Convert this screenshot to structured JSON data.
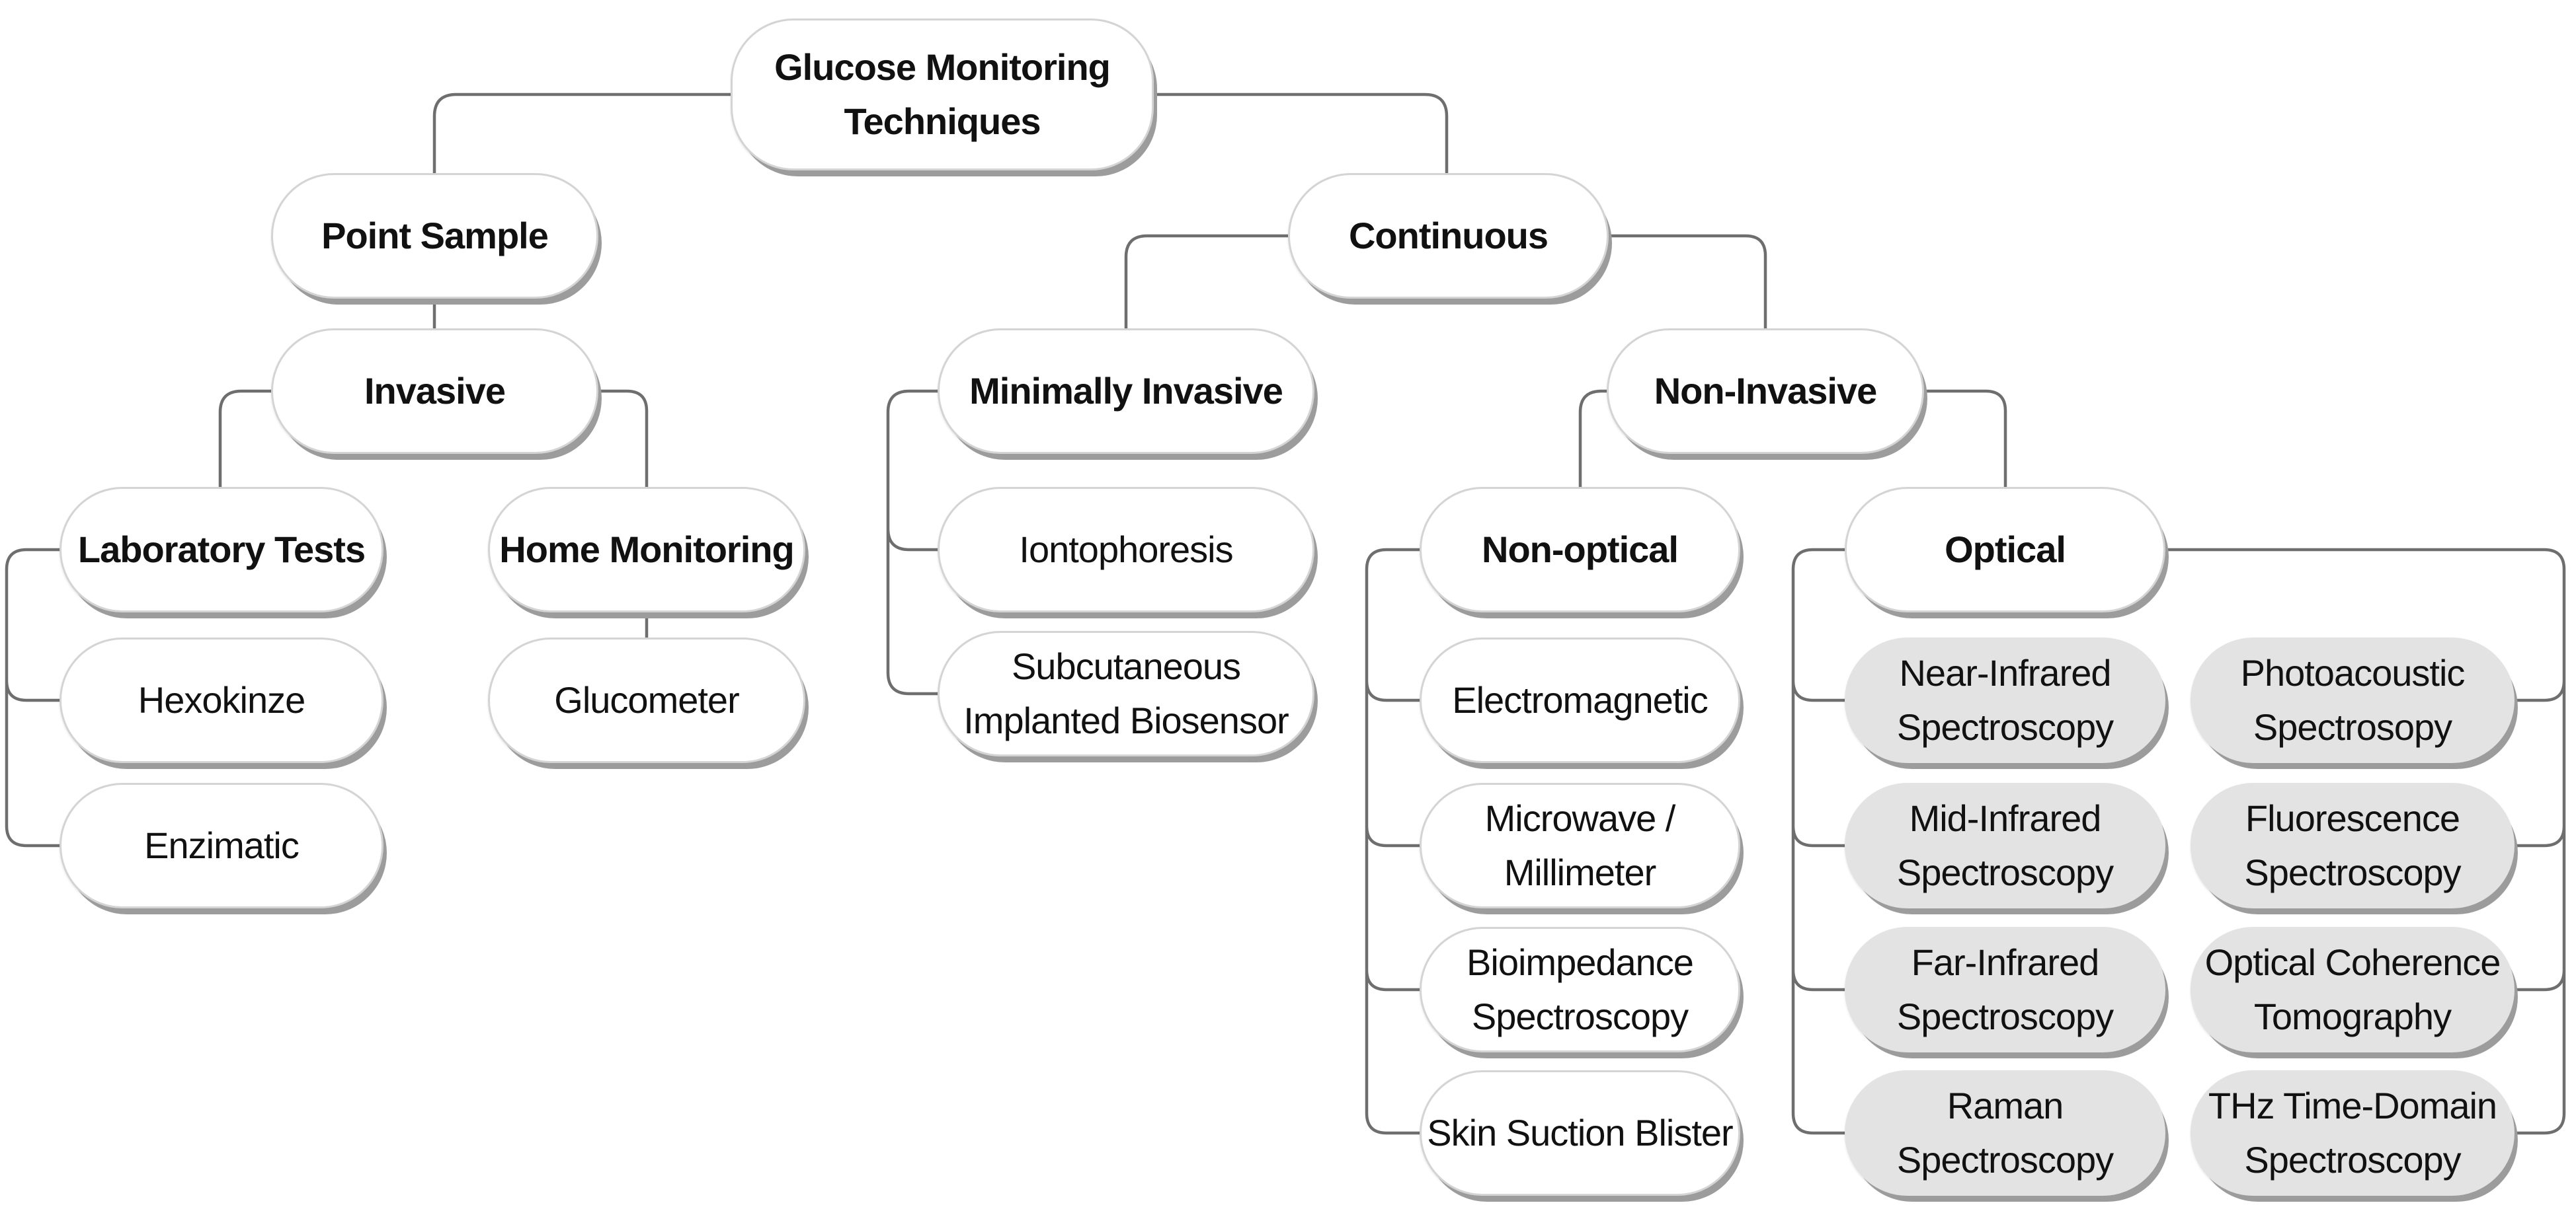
{
  "diagram": {
    "root": "Glucose Monitoring\nTechniques",
    "point_sample": {
      "label": "Point Sample",
      "invasive": {
        "label": "Invasive",
        "laboratory_tests": {
          "label": "Laboratory Tests",
          "items": [
            "Hexokinze",
            "Enzimatic"
          ]
        },
        "home_monitoring": {
          "label": "Home Monitoring",
          "items": [
            "Glucometer"
          ]
        }
      }
    },
    "continuous": {
      "label": "Continuous",
      "minimally_invasive": {
        "label": "Minimally Invasive",
        "items": [
          "Iontophoresis",
          "Subcutaneous\nImplanted Biosensor"
        ]
      },
      "non_invasive": {
        "label": "Non-Invasive",
        "non_optical": {
          "label": "Non-optical",
          "items": [
            "Electromagnetic",
            "Microwave /\nMillimeter",
            "Bioimpedance\nSpectroscopy",
            "Skin Suction Blister"
          ]
        },
        "optical": {
          "label": "Optical",
          "items_left": [
            "Near-Infrared\nSpectroscopy",
            "Mid-Infrared\nSpectroscopy",
            "Far-Infrared\nSpectroscopy",
            "Raman\nSpectroscopy"
          ],
          "items_right": [
            "Photoacoustic\nSpectrosopy",
            "Fluorescence\nSpectroscopy",
            "Optical Coherence\nTomography",
            "THz Time-Domain\nSpectroscopy"
          ]
        }
      }
    }
  },
  "colors": {
    "node_fill": "#ffffff",
    "optical_leaf_fill": "#e3e3e3",
    "connector": "#6e6e6e",
    "text": "#111111"
  }
}
